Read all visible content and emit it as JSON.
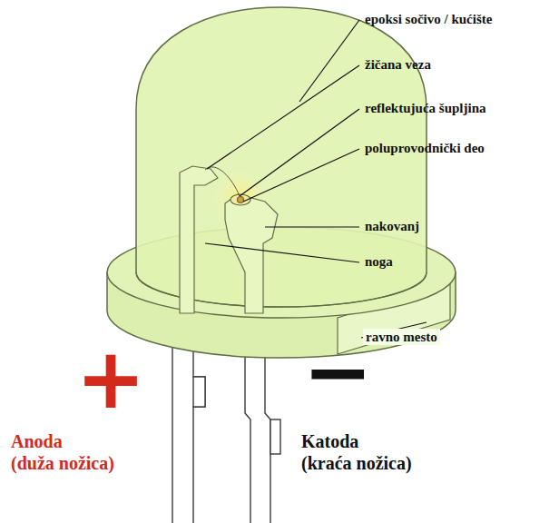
{
  "diagram": {
    "labels": [
      "epoksi sočivo / kućište",
      "žičana veza",
      "reflektujuća šupljina",
      "poluprovodnički deo",
      "nakovanj",
      "noga",
      "ravno mesto",
      "+",
      "−",
      "Anoda (duža nožica)",
      "Katoda (kraća nožica)"
    ]
  }
}
